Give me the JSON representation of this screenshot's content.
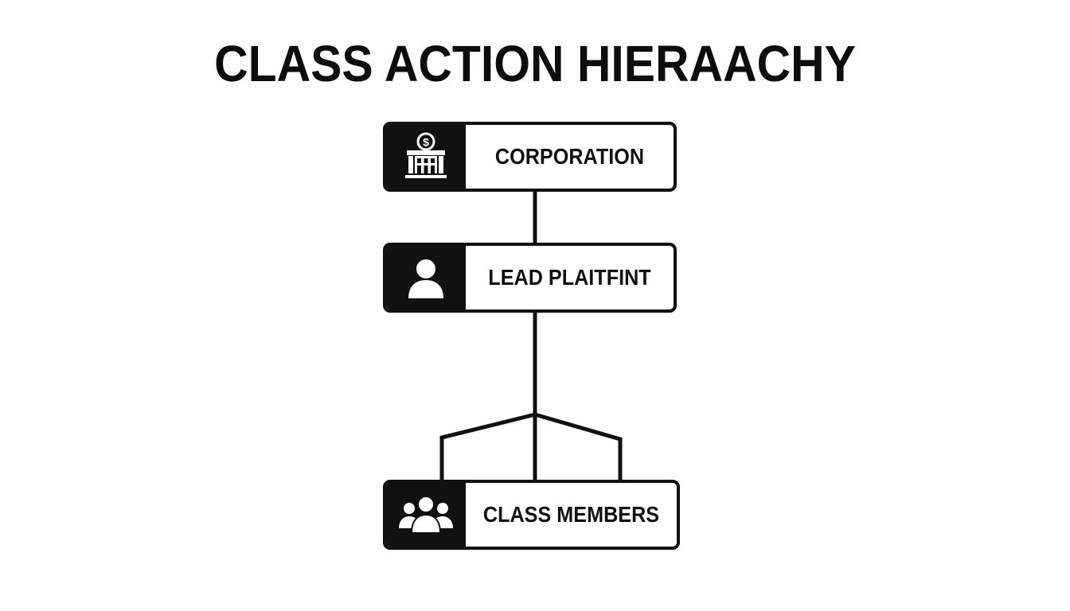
{
  "diagram": {
    "title": "CLASS ACTION HIERAACHY",
    "nodes": [
      {
        "id": "corporation",
        "label": "CORPORATION",
        "icon": "corporate-building-dollar-icon"
      },
      {
        "id": "lead",
        "label": "LEAD PLAITFINT",
        "icon": "person-icon"
      },
      {
        "id": "members",
        "label": "CLASS MEMBERS",
        "icon": "group-people-icon"
      }
    ],
    "edges": [
      {
        "from": "corporation",
        "to": "lead"
      },
      {
        "from": "lead",
        "to": "members"
      }
    ],
    "colors": {
      "stroke": "#111111",
      "background": "#ffffff"
    }
  }
}
